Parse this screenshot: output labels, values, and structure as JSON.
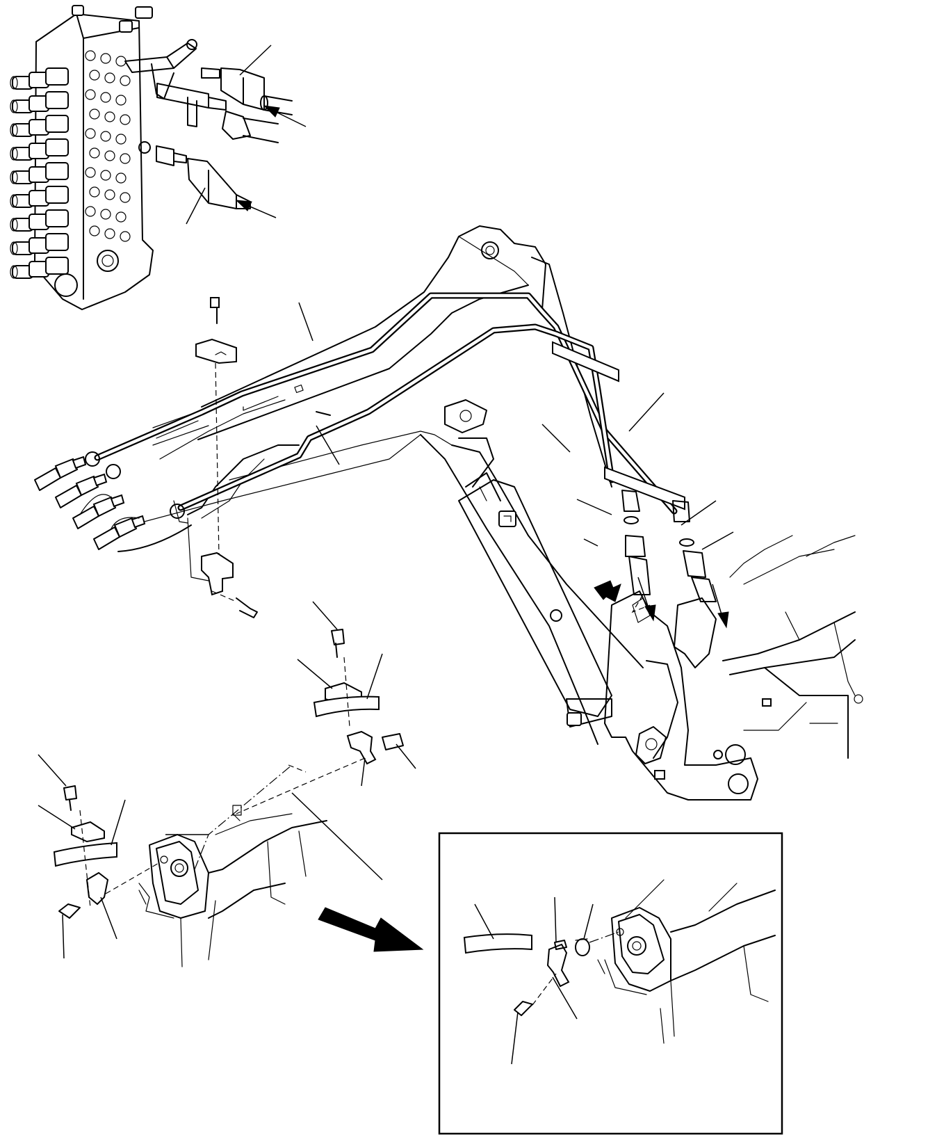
{
  "diagram": {
    "kind": "exploded-parts-view",
    "views": [
      {
        "id": "control-valve",
        "icon": "control-valve-icon"
      },
      {
        "id": "boom-piping",
        "icon": "boom-pipe-icon"
      },
      {
        "id": "mid-boom-clamp",
        "icon": "clamp-icon"
      },
      {
        "id": "lower-boom-clamp",
        "icon": "clamp-icon"
      },
      {
        "id": "detail-inset",
        "icon": "detail-frame-icon"
      }
    ],
    "leader_line_count": 26,
    "arrow_count": 9
  }
}
